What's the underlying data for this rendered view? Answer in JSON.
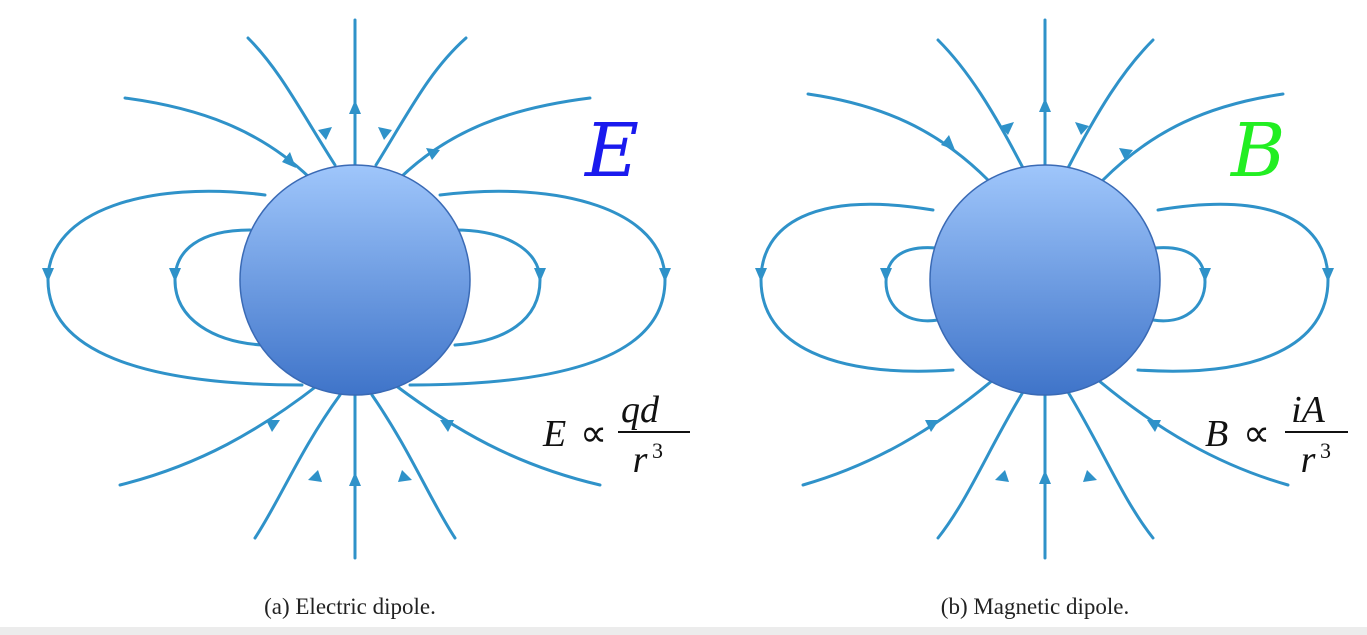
{
  "panels": [
    {
      "id": "electric",
      "field_letter": "E",
      "field_letter_color": "#1a1aee",
      "equation": {
        "lhs": "E",
        "relation": "∝",
        "numerator": "qd",
        "denominator": "r",
        "exponent": "3"
      },
      "caption": "(a) Electric dipole."
    },
    {
      "id": "magnetic",
      "field_letter": "B",
      "field_letter_color": "#22ee22",
      "equation": {
        "lhs": "B",
        "relation": "∝",
        "numerator": "iA",
        "denominator": "r",
        "exponent": "3"
      },
      "caption": "(b) Magnetic dipole."
    }
  ],
  "colors": {
    "field_line": "#2f92c9",
    "sphere_top": "#9fc6fb",
    "sphere_bottom": "#3f74c9"
  }
}
